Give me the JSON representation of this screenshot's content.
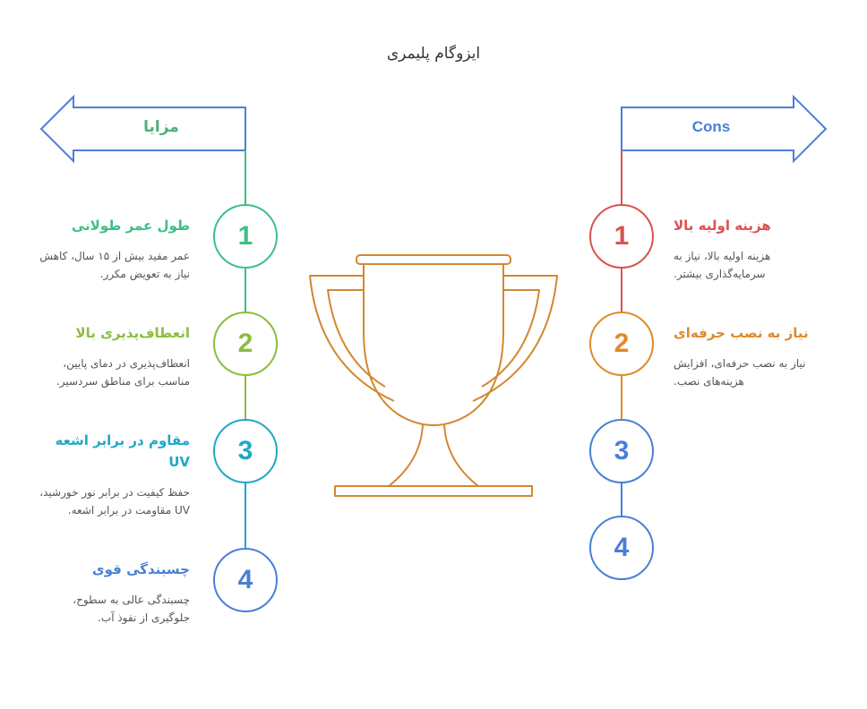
{
  "title": "ایزوگام پلیمری",
  "pros": {
    "label": "مزایا",
    "color": "#4caf7d",
    "items": [
      {
        "num": "1",
        "heading": "طول عمر طولانی",
        "desc": "عمر مفید بیش از ۱۵ سال، کاهش نیاز به تعویض مکرر.",
        "color": "#3dbf86"
      },
      {
        "num": "2",
        "heading": "انعطاف‌پذیری بالا",
        "desc": "انعطاف‌پذیری در دمای پایین، مناسب برای مناطق سردسیر.",
        "color": "#8cbd3f"
      },
      {
        "num": "3",
        "heading": "مقاوم در برابر اشعه UV",
        "desc": "حفظ کیفیت در برابر نور خورشید، UV مقاومت در برابر اشعه.",
        "color": "#1fa8c9"
      },
      {
        "num": "4",
        "heading": "چسبندگی قوی",
        "desc": "چسبندگی عالی به سطوح، جلوگیری از نفوذ آب.",
        "color": "#4a7fd6"
      }
    ]
  },
  "cons": {
    "label": "Cons",
    "color": "#4a7fd6",
    "items": [
      {
        "num": "1",
        "heading": "هزینه اولیه بالا",
        "desc": "هزینه اولیه بالا، نیاز به سرمایه‌گذاری بیشتر.",
        "color": "#d9534f"
      },
      {
        "num": "2",
        "heading": "نیاز به نصب حرفه‌ای",
        "desc": "نیاز به نصب حرفه‌ای، افزایش هزینه‌های نصب.",
        "color": "#e08a2c"
      },
      {
        "num": "3",
        "color": "#4a7fd6"
      },
      {
        "num": "4",
        "color": "#4a7fd6"
      }
    ]
  },
  "trophy_icon": "trophy-icon",
  "trophy_color": "#d4872f"
}
